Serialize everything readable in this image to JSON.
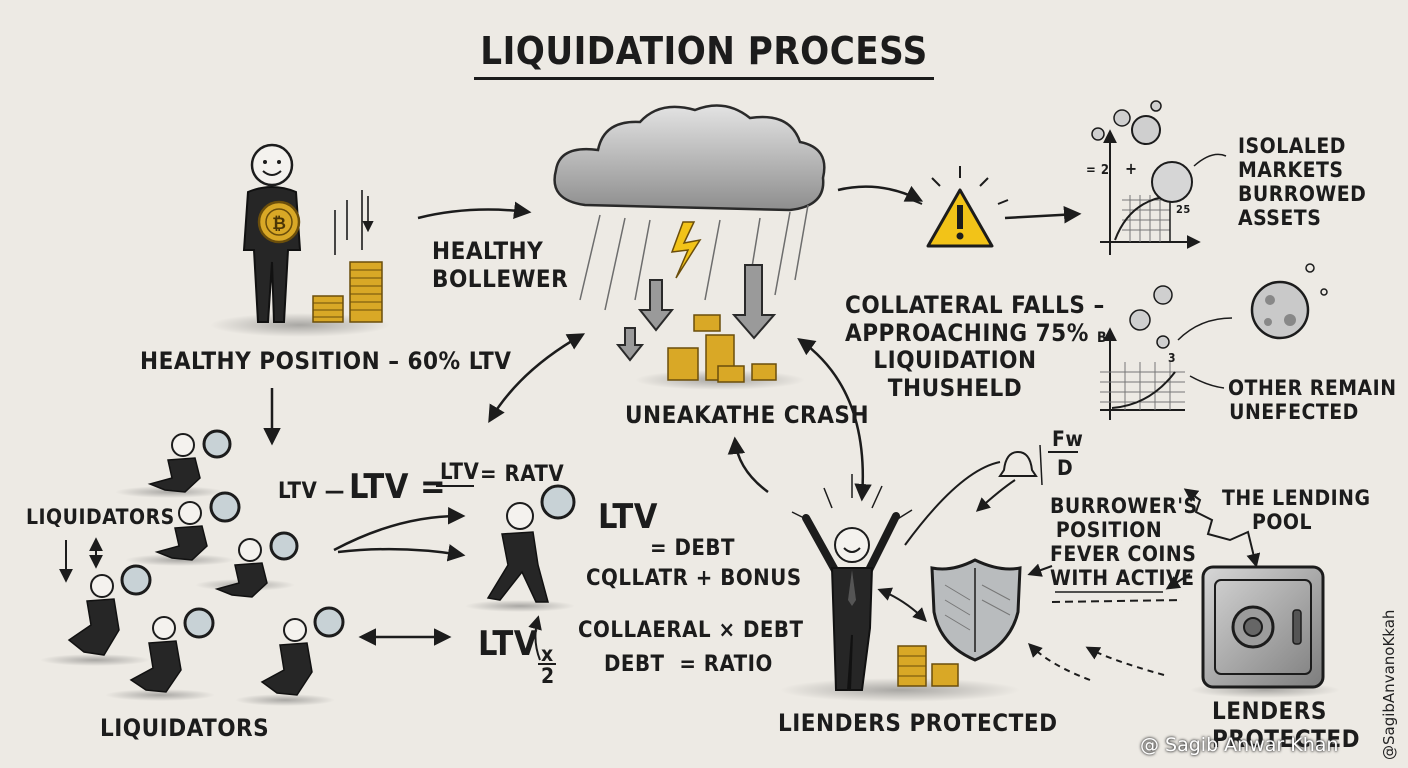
{
  "title": "LIQUIDATION PROCESS",
  "labels": {
    "healthy_position": "HEALTHY POSITION – 60% LTV",
    "healthy_borrower": "HEALTHY\nBOLLEWER",
    "crash": "UNEAKATHE CRASH",
    "collateral_falls": "COLLATERAL FALLS –\nAPPROACHING 75%\nLIQUIDATION\nTHUSHELD",
    "isolated_markets": "ISOLALED\nMARKETS\nBURROWED\nASSETS",
    "other_remain": "OTHER REMAIN\nUNEFECTED",
    "liquidators_side": "LIQUIDATORS",
    "liquidators_bottom": "LIQUIDATORS",
    "lenders_protected_center": "LIENDERS PROTECTED",
    "lenders_protected_right": "LENDERS\nPROTECTED",
    "lending_pool": "THE LENDING\nPOOL",
    "borrower_position": "BURROWER'S\nPOSITION\nFEVER COINS\nWITH ACTIVE"
  },
  "formulas": {
    "ltv_eq_left": "LTV —",
    "ltv_eq_mid": "LTV =",
    "ltv_eq_frac": "LTV",
    "ltv_eq_right": "= RATV",
    "ltv_single": "LTV",
    "eq_debt": "= DEBT",
    "collat_bonus": "CQLLATR + BONUS",
    "ltv_big": "LTV",
    "frac_x": "x",
    "frac_2": "2",
    "collat_debt": "COLLAERAL × DEBT",
    "debt_ratio": "DEBT  = RATIO",
    "fw": "Fw",
    "d": "D",
    "chart_top_eq": "= 2",
    "chart_top_plus": "+",
    "chart_top_25": "25",
    "chart_bottom_b": "B",
    "chart_bottom_3": "3"
  },
  "signature": "@SagibAnvanoKkah",
  "watermark": "@ Sagib Anwar Khan",
  "colors": {
    "gold": "#d9a826",
    "warning": "#f2c318",
    "ink": "#1c1c1c",
    "paper": "#edeae4"
  }
}
